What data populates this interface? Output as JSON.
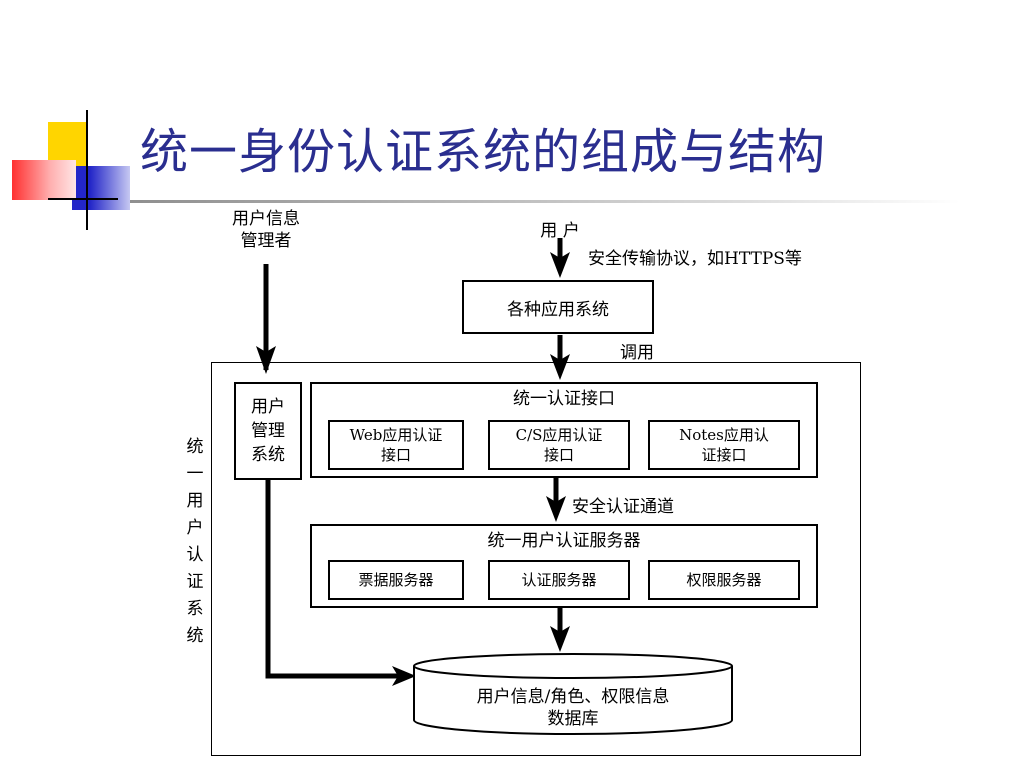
{
  "slide": {
    "title": "统一身份认证系统的组成与结构"
  },
  "diagram": {
    "user_admin_line1": "用户信息",
    "user_admin_line2": "管理者",
    "user_label": "用 户",
    "secure_protocol": "安全传输协议，如HTTPS等",
    "apps": "各种应用系统",
    "call": "调用",
    "umgmt_line1": "用户",
    "umgmt_line2": "管理",
    "umgmt_line3": "系统",
    "sys_vertical": [
      "统",
      "一",
      "用",
      "户",
      "认",
      "证",
      "系",
      "统"
    ],
    "auth_interface": "统一认证接口",
    "web_line1": "Web应用认证",
    "web_line2": "接口",
    "cs_line1": "C/S应用认证",
    "cs_line2": "接口",
    "notes_line1": "Notes应用认",
    "notes_line2": "证接口",
    "secure_channel": "安全认证通道",
    "auth_server": "统一用户认证服务器",
    "ticket_server": "票据服务器",
    "cert_server": "认证服务器",
    "perm_server": "权限服务器",
    "db_line1": "用户信息/角色、权限信息",
    "db_line2": "数据库"
  }
}
